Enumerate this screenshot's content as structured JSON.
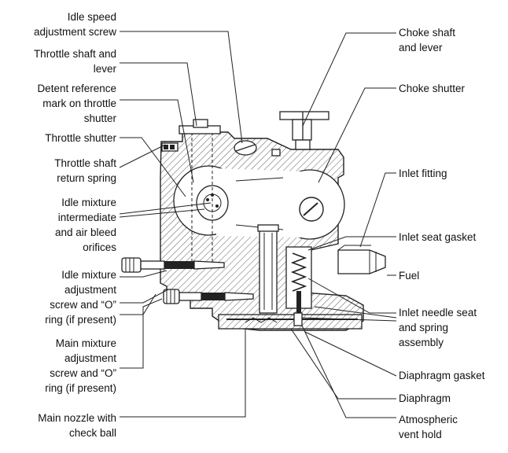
{
  "labels": {
    "idle_speed_screw": [
      "Idle speed",
      "adjustment screw"
    ],
    "throttle_shaft": [
      "Throttle shaft and",
      "lever"
    ],
    "detent_mark": [
      "Detent reference",
      "mark on throttle",
      "shutter"
    ],
    "throttle_shutter": [
      "Throttle shutter"
    ],
    "throttle_return_spring": [
      "Throttle shaft",
      "return spring"
    ],
    "idle_orifices": [
      "Idle mixture",
      "intermediate",
      "and air bleed",
      "orifices"
    ],
    "idle_mixture_screw": [
      "Idle mixture",
      "adjustment",
      "screw and “O”",
      "ring (if present)"
    ],
    "main_mixture_screw": [
      "Main mixture",
      "adjustment",
      "screw and “O”",
      "ring (if present)"
    ],
    "main_nozzle": [
      "Main nozzle with",
      "check ball"
    ],
    "choke_shaft": [
      "Choke shaft",
      "and lever"
    ],
    "choke_shutter": [
      "Choke shutter"
    ],
    "inlet_fitting": [
      "Inlet fitting"
    ],
    "inlet_seat_gasket": [
      "Inlet seat gasket"
    ],
    "fuel": [
      "Fuel"
    ],
    "inlet_needle": [
      "Inlet needle seat",
      "and spring",
      "assembly"
    ],
    "diaphragm_gasket": [
      "Diaphragm gasket"
    ],
    "diaphragm": [
      "Diaphragm"
    ],
    "atmospheric_vent": [
      "Atmospheric",
      "vent hold"
    ]
  }
}
